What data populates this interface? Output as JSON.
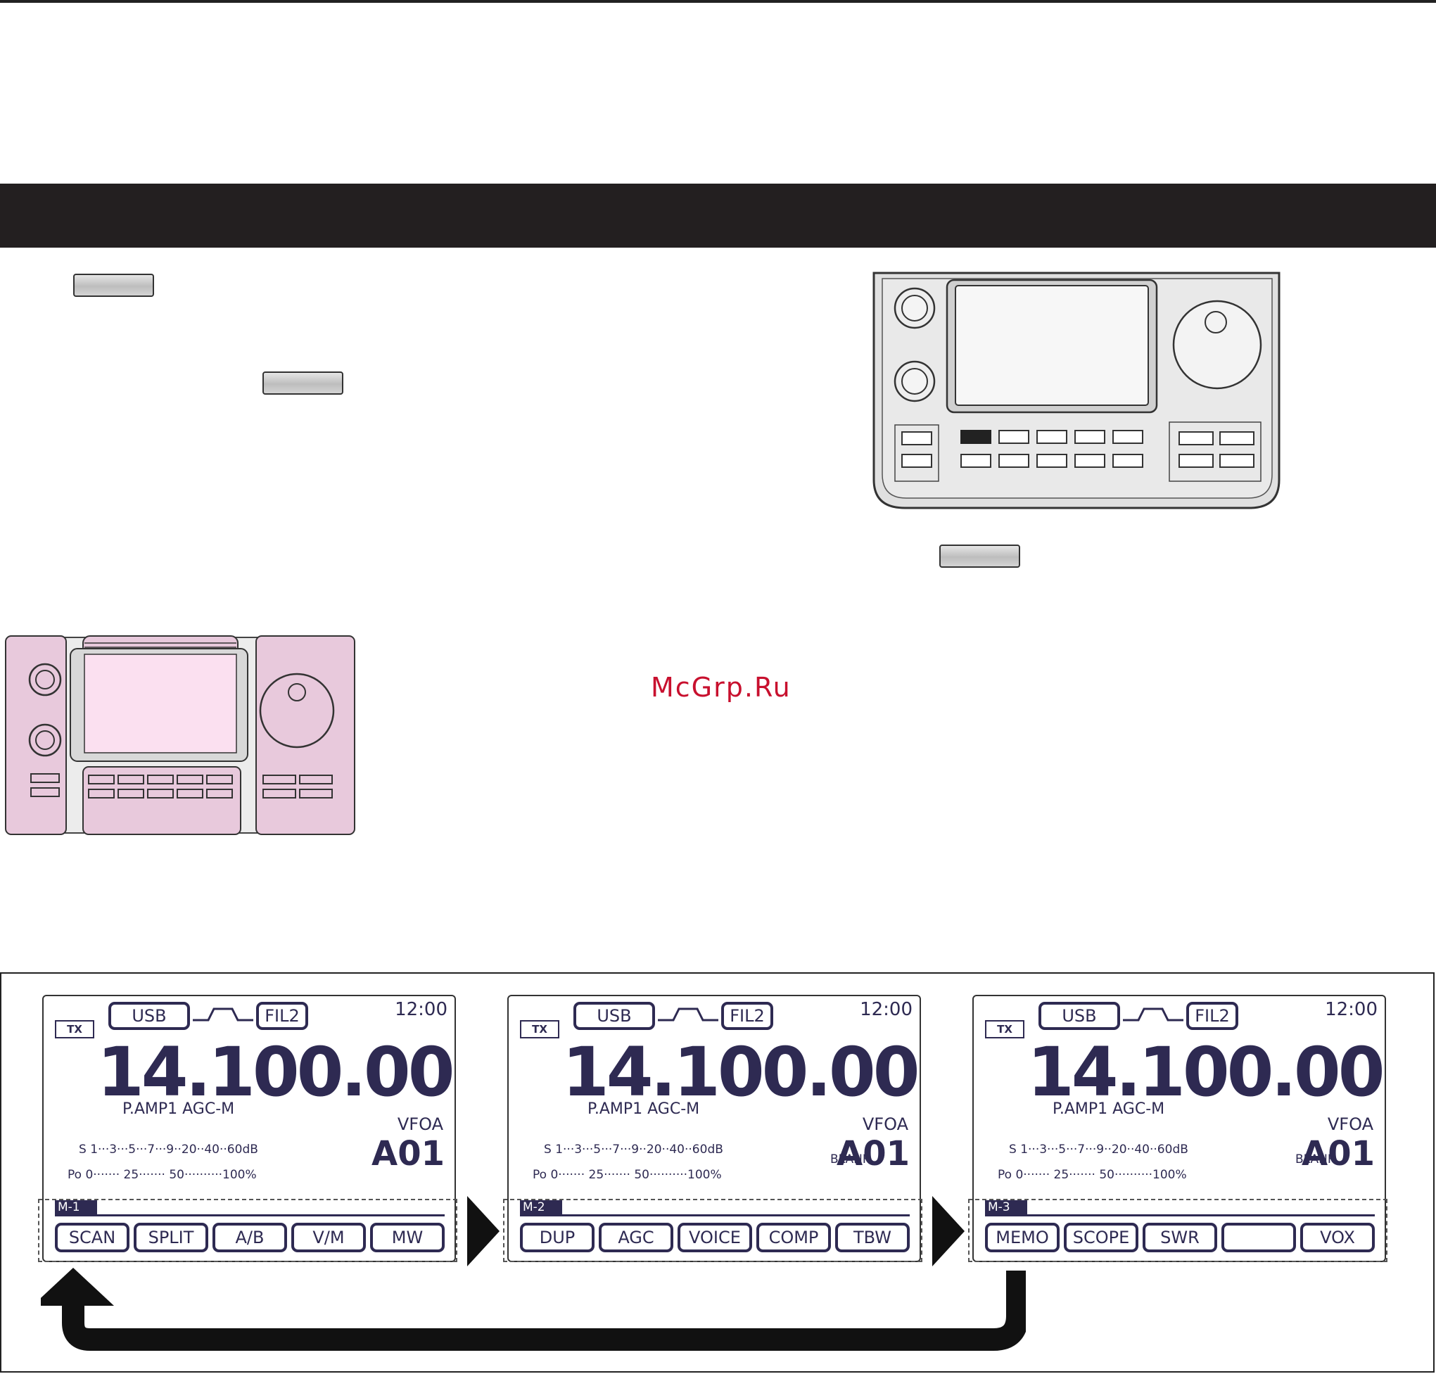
{
  "watermark": "McGrp.Ru",
  "screens": [
    {
      "tx": "TX",
      "mode": "USB",
      "filter": "FIL2",
      "clock": "12:00",
      "frequency": "14.100.00",
      "status": "P.AMP1  AGC-M",
      "vfo": "VFOA",
      "blank": "",
      "memory": "A01",
      "s_meter": "S  1···3···5···7···9··20··40··60dB",
      "po_meter": "Po 0······· 25······· 50··········100%",
      "menu_tag": "M-1",
      "buttons": [
        "SCAN",
        "SPLIT",
        "A/B",
        "V/M",
        "MW"
      ]
    },
    {
      "tx": "TX",
      "mode": "USB",
      "filter": "FIL2",
      "clock": "12:00",
      "frequency": "14.100.00",
      "status": "P.AMP1  AGC-M",
      "vfo": "VFOA",
      "blank": "BLANK",
      "memory": "A01",
      "s_meter": "S  1···3···5···7···9··20··40··60dB",
      "po_meter": "Po 0······· 25······· 50··········100%",
      "menu_tag": "M-2",
      "buttons": [
        "DUP",
        "AGC",
        "VOICE",
        "COMP",
        "TBW"
      ]
    },
    {
      "tx": "TX",
      "mode": "USB",
      "filter": "FIL2",
      "clock": "12:00",
      "frequency": "14.100.00",
      "status": "P.AMP1  AGC-M",
      "vfo": "VFOA",
      "blank": "BLANK",
      "memory": "A01",
      "s_meter": "S  1···3···5···7···9··20··40··60dB",
      "po_meter": "Po 0······· 25······· 50··········100%",
      "menu_tag": "M-3",
      "buttons": [
        "MEMO",
        "SCOPE",
        "SWR",
        "",
        "VOX"
      ]
    }
  ],
  "colors": {
    "lcd_ink": "#2e2a52",
    "highlight": "#e8c9dc",
    "section_bar": "#231f20",
    "watermark": "#c8102e"
  }
}
